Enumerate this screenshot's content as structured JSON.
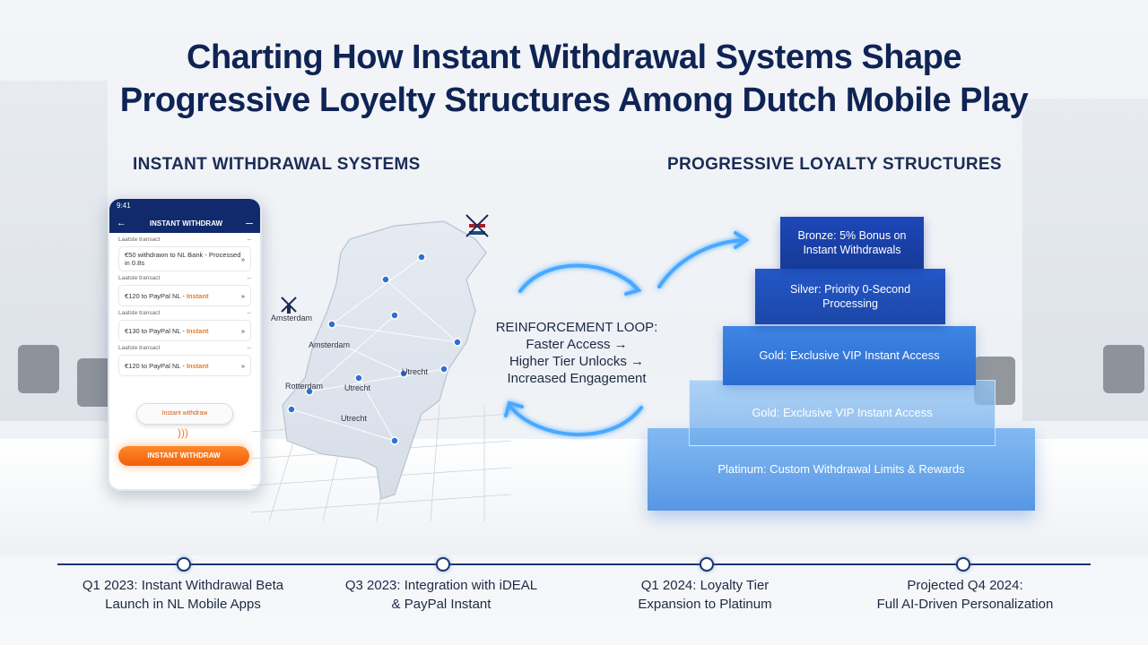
{
  "title": {
    "line1": "Charting How Instant Withdrawal Systems Shape",
    "line2": "Progressive Loyelty Structures Among Dutch Mobile Play"
  },
  "left_section": {
    "heading": "INSTANT WITHDRAWAL SYSTEMS",
    "phone": {
      "time": "9:41",
      "header": "INSTANT WITHDRAW",
      "back_icon": "arrow-left-icon",
      "menu_icon": "menu-icon",
      "transactions": [
        {
          "label": "Laatste transact",
          "text": "€50 withdrawn to NL Bank - Processed in 0.8s",
          "instant": ""
        },
        {
          "label": "Laatste transact",
          "text": "€120 to PayPal NL - ",
          "instant": "Instant"
        },
        {
          "label": "Laatste transact",
          "text": "€130 to PayPal NL - ",
          "instant": "Instant"
        },
        {
          "label": "Laatste transact",
          "text": "€120 to PayPal NL - ",
          "instant": "Instant"
        }
      ],
      "secondary_button": "Instant withdraw",
      "primary_button": "INSTANT WITHDRAW",
      "primary_color": "#f26a12"
    },
    "map": {
      "cities": [
        "Amsterdam",
        "Amsterdam",
        "Rotterdam",
        "Utrecht",
        "Utrecht",
        "Utrecht"
      ],
      "flag_icon": "windmill-flag-icon"
    }
  },
  "loop": {
    "title": "REINFORCEMENT LOOP:",
    "line1": "Faster Access →",
    "line2": "Higher Tier Unlocks →",
    "line3": "Increased Engagement"
  },
  "right_section": {
    "heading": "PROGRESSIVE LOYALTY STRUCTURES",
    "tiers": [
      "Bronze: 5% Bonus on Instant Withdrawals",
      "Silver: Priority 0-Second Processing",
      "Gold: Exclusive VIP Instant Access",
      "Gold: Exclusive VIP Instant Access",
      "Platinum: Custom Withdrawal Limits & Rewards"
    ],
    "accent_color": "#1d47b8"
  },
  "timeline": [
    {
      "line1": "Q1 2023: Instant Withdrawal Beta",
      "line2": "Launch in NL Mobile Apps"
    },
    {
      "line1": "Q3 2023: Integration with iDEAL",
      "line2": "& PayPal Instant"
    },
    {
      "line1": "Q1 2024: Loyalty Tier",
      "line2": "Expansion to Platinum"
    },
    {
      "line1": "Projected Q4 2024:",
      "line2": "Full AI-Driven Personalization"
    }
  ]
}
